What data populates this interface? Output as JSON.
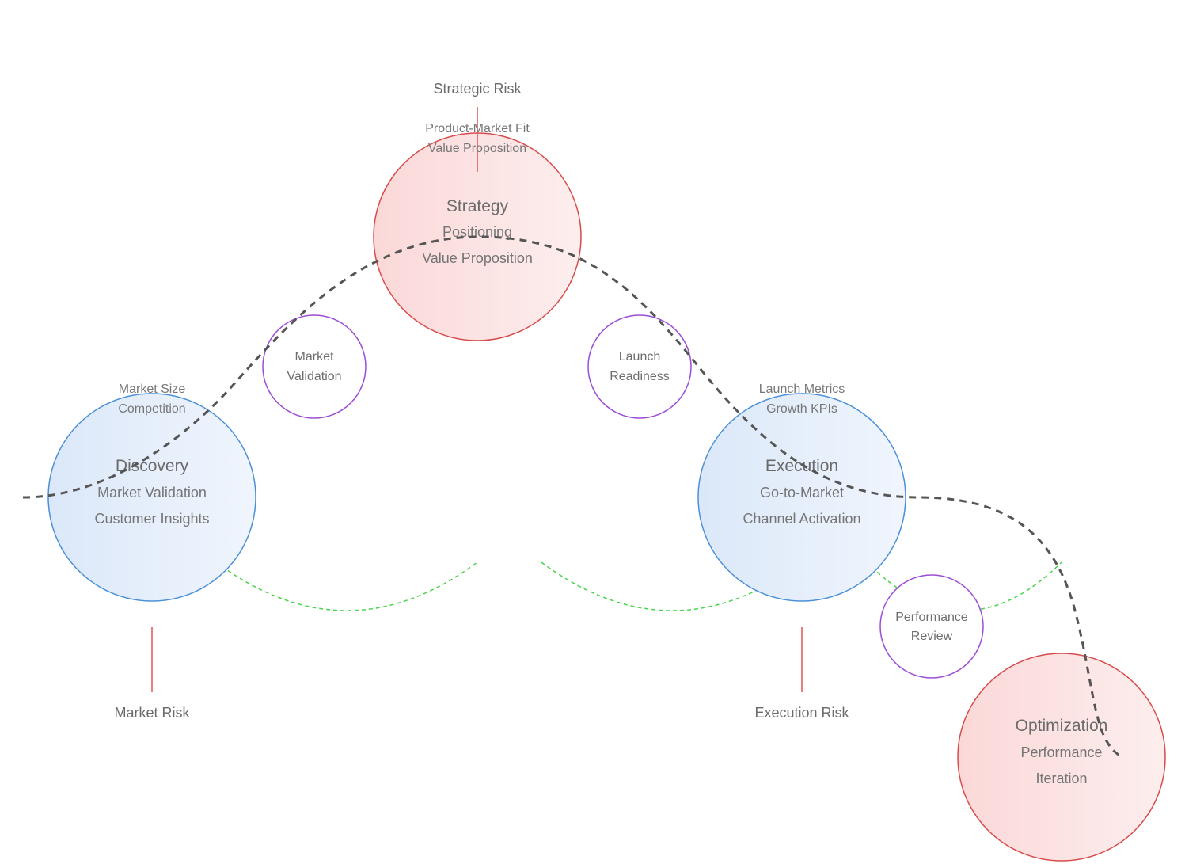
{
  "stages": {
    "discovery": {
      "title": "Discovery",
      "line1": "Market Validation",
      "line2": "Customer Insights",
      "metric1": "Market Size",
      "metric2": "Competition"
    },
    "strategy": {
      "title": "Strategy",
      "line1": "Positioning",
      "line2": "Value Proposition",
      "metric1": "Product-Market Fit",
      "metric2": "Value Proposition"
    },
    "execution": {
      "title": "Execution",
      "line1": "Go-to-Market",
      "line2": "Channel Activation",
      "metric1": "Launch Metrics",
      "metric2": "Growth KPIs"
    },
    "optimization": {
      "title": "Optimization",
      "line1": "Performance",
      "line2": "Iteration"
    }
  },
  "gates": {
    "market_validation": {
      "line1": "Market",
      "line2": "Validation"
    },
    "launch_readiness": {
      "line1": "Launch",
      "line2": "Readiness"
    },
    "performance_review": {
      "line1": "Performance",
      "line2": "Review"
    }
  },
  "risks": {
    "strategic": "Strategic Risk",
    "market": "Market Risk",
    "execution": "Execution Risk"
  },
  "colors": {
    "blue_stroke": "#4a90d9",
    "red_stroke": "#d94a4a",
    "gate_stroke": "#9b4dd6",
    "feedback": "#4cd44c",
    "flow": "#555555"
  }
}
